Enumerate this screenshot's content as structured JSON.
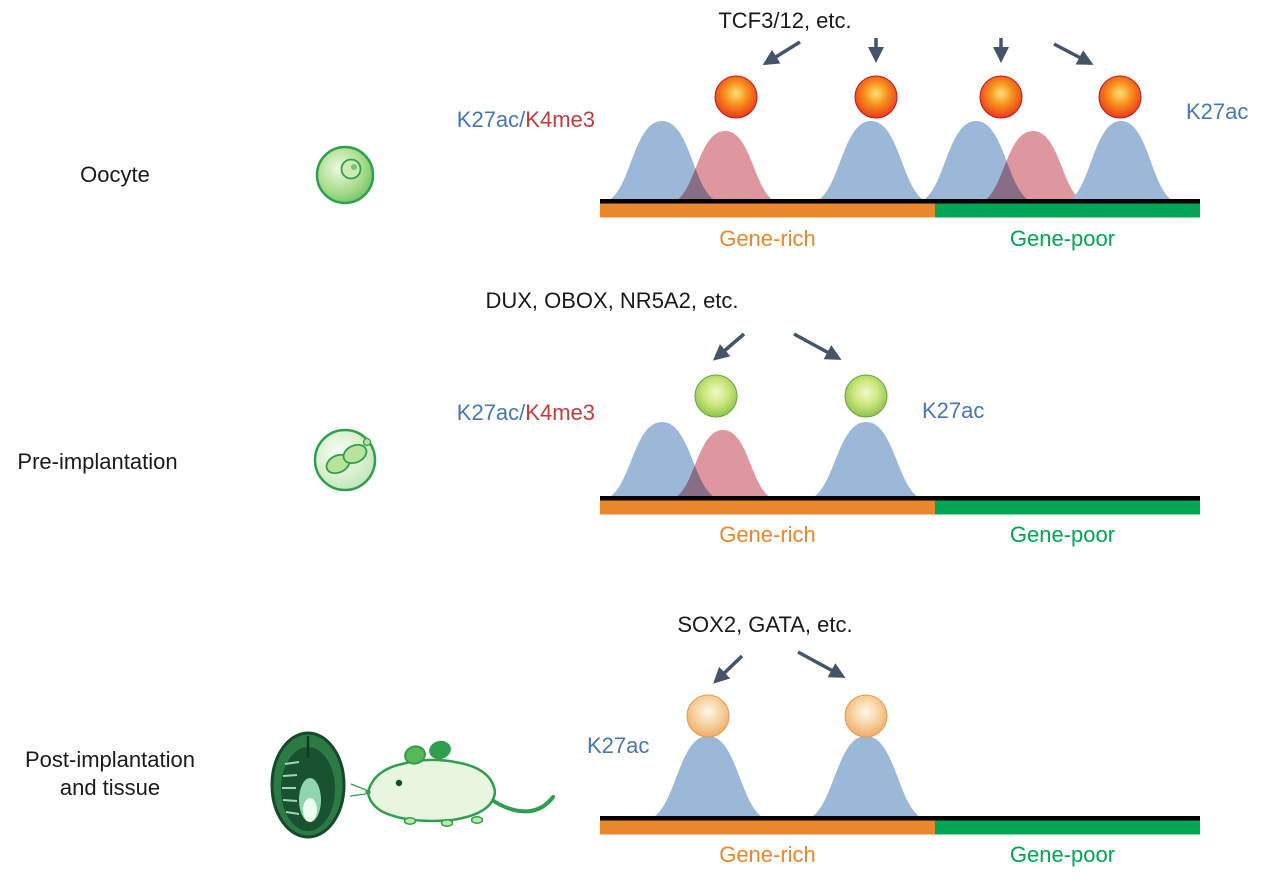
{
  "rows": [
    {
      "id": "oocyte",
      "stage_label": "Oocyte",
      "tf_label": "TCF3/12, etc.",
      "mark_blue": "K27ac/",
      "mark_red": "K4me3",
      "mark_right": "K27ac",
      "gene_rich_label": "Gene-rich",
      "gene_poor_label": "Gene-poor"
    },
    {
      "id": "pre-implantation",
      "stage_label": "Pre-implantation",
      "tf_label": "DUX, OBOX, NR5A2, etc.",
      "mark_blue": "K27ac/",
      "mark_red": "K4me3",
      "mark_right": "K27ac",
      "gene_rich_label": "Gene-rich",
      "gene_poor_label": "Gene-poor"
    },
    {
      "id": "post-implantation",
      "stage_label": "Post-implantation and tissue",
      "tf_label": "SOX2, GATA, etc.",
      "mark_single": "K27ac",
      "gene_rich_label": "Gene-rich",
      "gene_poor_label": "Gene-poor"
    }
  ],
  "colors": {
    "blue_label": "#4577b5",
    "red_label": "#c43b3f",
    "orange_bar": "#e8872b",
    "green_bar": "#00a651",
    "peak_blue": "#9cb8d9",
    "peak_red": "#d8858e",
    "arrow": "#44546a",
    "sphere_red": "#e8251c",
    "sphere_green": "#7cbb45",
    "sphere_orange": "#efa55e",
    "cell_green": "#2f9e4e"
  },
  "icons": {
    "oocyte": "oocyte-cell-icon",
    "pre_implantation": "two-cell-embryo-icon",
    "post_implantation": "egg-cylinder-embryo-icon",
    "tissue": "mouse-icon"
  }
}
